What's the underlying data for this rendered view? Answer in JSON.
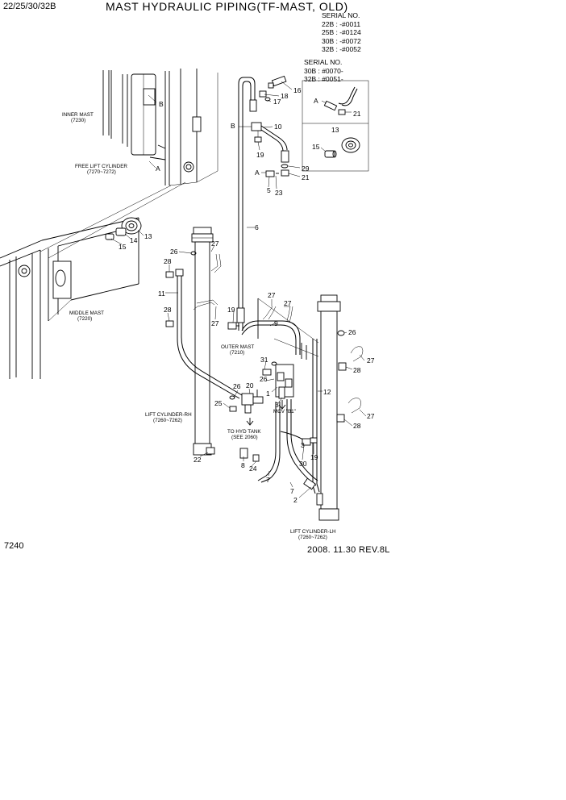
{
  "header": {
    "model": "22/25/30/32B",
    "title": "MAST HYDRAULIC PIPING(TF-MAST, OLD)"
  },
  "serial_top": {
    "heading": "SERIAL NO.",
    "lines": [
      "22B : -#0011",
      "25B : -#0124",
      "30B : -#0072",
      "32B : -#0052"
    ]
  },
  "serial_box": {
    "heading": "SERIAL NO.",
    "lines": [
      "30B : #0070-",
      "32B : #0051-"
    ]
  },
  "labels": {
    "inner_mast": "INNER MAST",
    "inner_mast_code": "(7230)",
    "free_lift_cylinder": "FREE LIFT CYLINDER",
    "free_lift_code": "(7270~7272)",
    "middle_mast": "MIDDLE MAST",
    "middle_mast_code": "(7220)",
    "outer_mast": "OUTER MAST",
    "outer_mast_code": "(7210)",
    "lift_cyl_rh": "LIFT CYLINDER-RH",
    "lift_cyl_rh_code": "(7260~7262)",
    "lift_cyl_lh": "LIFT CYLINDER-LH",
    "lift_cyl_lh_code": "(7260~7262)",
    "to_hyd_tank": "TO HYD TANK",
    "see_ref": "(SEE 2060)",
    "mcv": "MCV \"B1\""
  },
  "callouts": {
    "A1": "A",
    "B1": "B",
    "B2": "B",
    "A2": "A",
    "A3": "A",
    "n16": "16",
    "n17": "17",
    "n18": "18",
    "n10": "10",
    "n19a": "19",
    "n29": "29",
    "n21a": "21",
    "n23": "23",
    "n5": "5",
    "n21b": "21",
    "n13a": "13",
    "n15a": "15",
    "n6": "6",
    "n13b": "13",
    "n14": "14",
    "n15b": "15",
    "n27a": "27",
    "n26a": "26",
    "n28a": "28",
    "n11": "11",
    "n28b": "28",
    "n19b": "19",
    "n27b": "27",
    "n27c": "27",
    "n27d": "27",
    "n9": "9",
    "n26b": "26",
    "n27e": "27",
    "n28c": "28",
    "n31": "31",
    "n26c": "26",
    "n1": "1",
    "n3a": "3",
    "n12": "12",
    "n26d": "26",
    "n20": "20",
    "n25": "25",
    "n27f": "27",
    "n28d": "28",
    "n22": "22",
    "n8": "8",
    "n24": "24",
    "n7a": "7",
    "n3b": "3",
    "n30": "30",
    "n19c": "19",
    "n7b": "7",
    "n2": "2"
  },
  "footer": {
    "page_number": "7240",
    "revision": "2008. 11.30  REV.8L"
  }
}
